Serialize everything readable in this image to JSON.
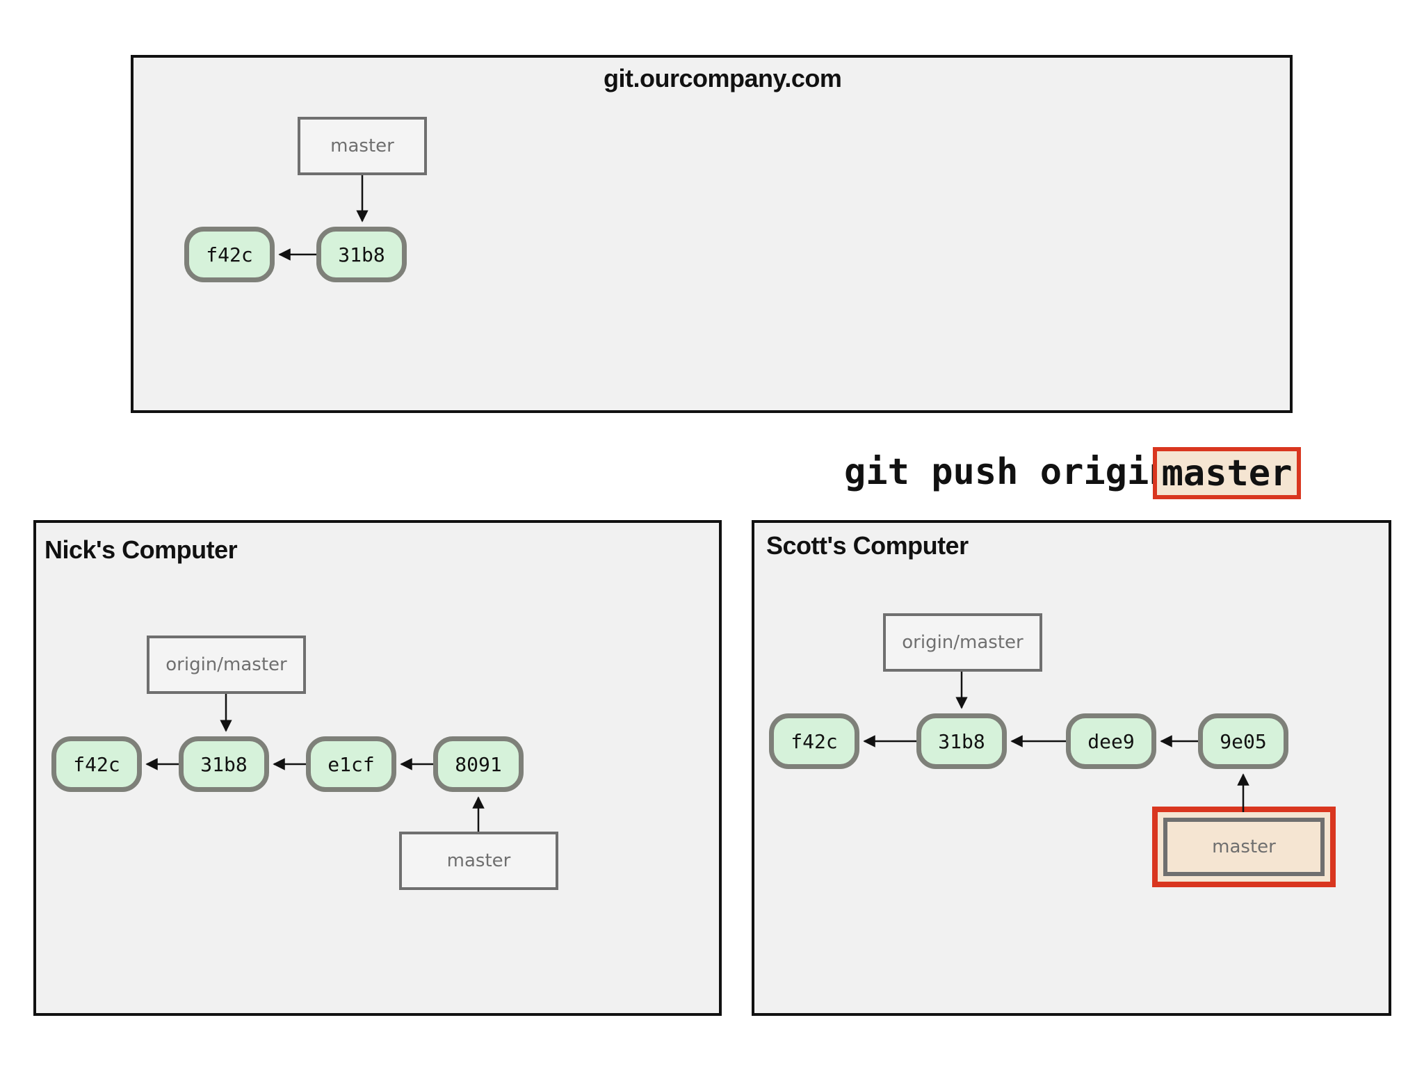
{
  "server": {
    "title": "git.ourcompany.com",
    "commits": [
      "f42c",
      "31b8"
    ],
    "ref_master": "master"
  },
  "command": {
    "prefix": "git push origin",
    "highlight": "master"
  },
  "nick": {
    "title": "Nick's Computer",
    "commits": [
      "f42c",
      "31b8",
      "e1cf",
      "8091"
    ],
    "ref_origin_master": "origin/master",
    "ref_master": "master"
  },
  "scott": {
    "title": "Scott's Computer",
    "commits": [
      "f42c",
      "31b8",
      "dee9",
      "9e05"
    ],
    "ref_origin_master": "origin/master",
    "ref_master": "master"
  },
  "colors": {
    "commit_fill": "#d6f2da",
    "commit_border": "#7e8079",
    "highlight_red": "#d9361f",
    "highlight_fill": "#f5e5d2"
  }
}
